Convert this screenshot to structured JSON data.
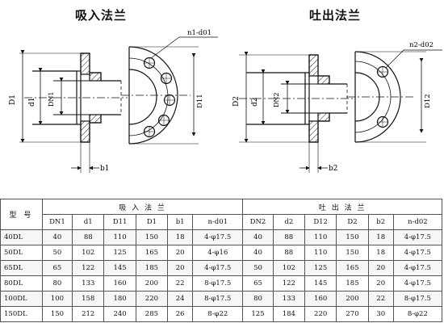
{
  "drawings": {
    "suction": {
      "title": "吸入法兰",
      "labels": {
        "D": "D1",
        "d": "d1",
        "DN": "DN1",
        "Dbolt": "D11",
        "b": "b1",
        "holes": "n1-d01"
      }
    },
    "discharge": {
      "title": "吐出法兰",
      "labels": {
        "D": "D2",
        "d": "d2",
        "DN": "DN2",
        "Dbolt": "D12",
        "b": "b2",
        "holes": "n2-d02"
      }
    }
  },
  "table": {
    "model_header": "型 号",
    "group_suction": "吸 入 法 兰",
    "group_discharge": "吐 出 法 兰",
    "sub_headers": [
      "DN1",
      "d1",
      "D11",
      "D1",
      "b1",
      "n-d01",
      "DN2",
      "d2",
      "D12",
      "D2",
      "b2",
      "n-d02"
    ],
    "rows": [
      [
        "40DL",
        "40",
        "88",
        "110",
        "150",
        "18",
        "4-φ17.5",
        "40",
        "88",
        "110",
        "150",
        "18",
        "4-φ17.5"
      ],
      [
        "50DL",
        "50",
        "102",
        "125",
        "165",
        "20",
        "4-φ16",
        "40",
        "88",
        "110",
        "150",
        "18",
        "4-φ17.5"
      ],
      [
        "65DL",
        "65",
        "122",
        "145",
        "185",
        "20",
        "4-φ17.5",
        "50",
        "102",
        "125",
        "165",
        "20",
        "4-φ17.5"
      ],
      [
        "80DL",
        "80",
        "133",
        "160",
        "200",
        "22",
        "8-φ17.5",
        "65",
        "122",
        "145",
        "185",
        "20",
        "4-φ17.5"
      ],
      [
        "100DL",
        "100",
        "158",
        "180",
        "220",
        "24",
        "8-φ17.5",
        "80",
        "133",
        "160",
        "200",
        "22",
        "8-φ17.5"
      ],
      [
        "150DL",
        "150",
        "212",
        "240",
        "285",
        "26",
        "8-φ22",
        "125",
        "184",
        "220",
        "270",
        "30",
        "8-φ22"
      ]
    ]
  }
}
